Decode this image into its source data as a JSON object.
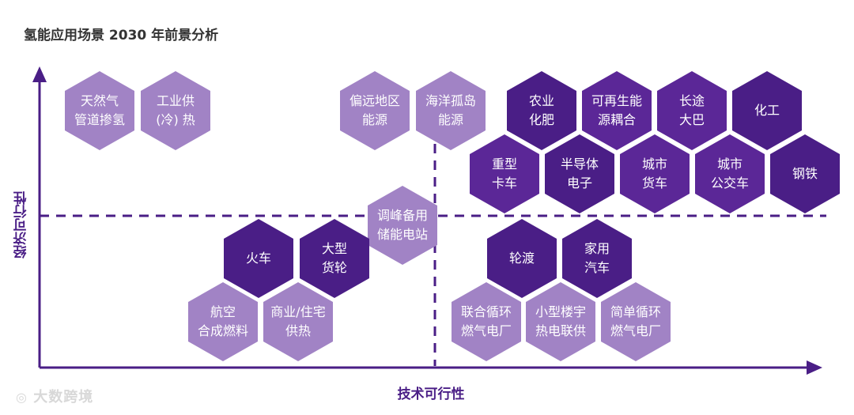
{
  "title": "氢能应用场景 2030 年前景分析",
  "axes": {
    "y_label": "经济可行性",
    "x_label": "技术可行性",
    "color": "#4a1e86"
  },
  "watermark": "大数跨境",
  "colors": {
    "light": "#a183c5",
    "dark": "#5b2797",
    "darker": "#4a1e86"
  },
  "hexes": [
    {
      "id": "natural-gas-blending",
      "line1": "天然气",
      "line2": "管道掺氢",
      "shade": "light"
    },
    {
      "id": "industrial-heat",
      "line1": "工业供",
      "line2": "(冷) 热",
      "shade": "light"
    },
    {
      "id": "remote-area-energy",
      "line1": "偏远地区",
      "line2": "能源",
      "shade": "light"
    },
    {
      "id": "island-energy",
      "line1": "海洋孤岛",
      "line2": "能源",
      "shade": "light"
    },
    {
      "id": "agri-fertilizer",
      "line1": "农业",
      "line2": "化肥",
      "shade": "darker"
    },
    {
      "id": "renewable-coupling",
      "line1": "可再生能",
      "line2": "源耦合",
      "shade": "dark"
    },
    {
      "id": "long-distance-bus",
      "line1": "长途",
      "line2": "大巴",
      "shade": "dark"
    },
    {
      "id": "chemical",
      "line1": "化工",
      "line2": "",
      "shade": "darker"
    },
    {
      "id": "heavy-truck",
      "line1": "重型",
      "line2": "卡车",
      "shade": "dark"
    },
    {
      "id": "semiconductor",
      "line1": "半导体",
      "line2": "电子",
      "shade": "darker"
    },
    {
      "id": "city-truck",
      "line1": "城市",
      "line2": "货车",
      "shade": "dark"
    },
    {
      "id": "city-bus",
      "line1": "城市",
      "line2": "公交车",
      "shade": "dark"
    },
    {
      "id": "steel",
      "line1": "钢铁",
      "line2": "",
      "shade": "darker"
    },
    {
      "id": "peak-storage",
      "line1": "调峰备用",
      "line2": "储能电站",
      "shade": "light"
    },
    {
      "id": "train",
      "line1": "火车",
      "line2": "",
      "shade": "darker"
    },
    {
      "id": "large-ship",
      "line1": "大型",
      "line2": "货轮",
      "shade": "darker"
    },
    {
      "id": "ferry",
      "line1": "轮渡",
      "line2": "",
      "shade": "darker"
    },
    {
      "id": "family-car",
      "line1": "家用",
      "line2": "汽车",
      "shade": "darker"
    },
    {
      "id": "aviation-fuel",
      "line1": "航空",
      "line2": "合成燃料",
      "shade": "light"
    },
    {
      "id": "commercial-heating",
      "line1": "商业/住宅",
      "line2": "供热",
      "shade": "light"
    },
    {
      "id": "combined-cycle-plant",
      "line1": "联合循环",
      "line2": "燃气电厂",
      "shade": "light"
    },
    {
      "id": "small-building-chp",
      "line1": "小型楼宇",
      "line2": "热电联供",
      "shade": "light"
    },
    {
      "id": "simple-cycle-plant",
      "line1": "简单循环",
      "line2": "燃气电厂",
      "shade": "light"
    }
  ]
}
